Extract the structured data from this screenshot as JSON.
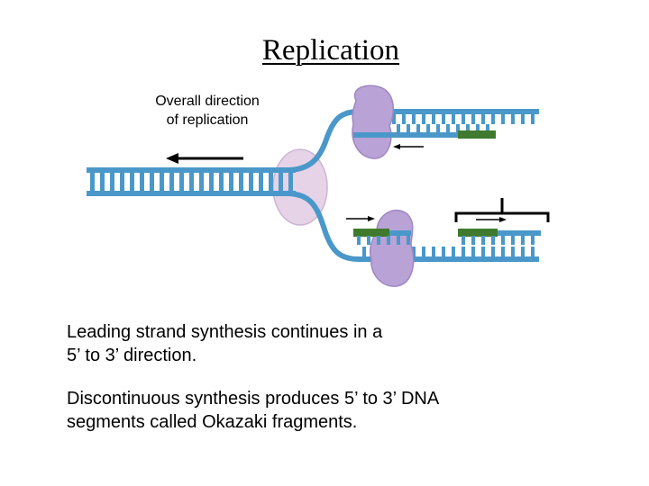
{
  "title": "Replication",
  "direction_label": {
    "line1": "Overall direction",
    "line2": "of replication"
  },
  "paragraphs": [
    {
      "line1": "Leading strand synthesis continues in a",
      "line2": "5’ to 3’ direction."
    },
    {
      "line1": "Discontinuous synthesis produces 5’ to 3’ DNA",
      "line2": "segments called Okazaki fragments."
    }
  ],
  "colors": {
    "dna_strand": "#4a98c9",
    "primer": "#3f7a2e",
    "polymerase": "#b9a3d6",
    "helicase": "#e4d0e6",
    "arrow": "#000000"
  }
}
